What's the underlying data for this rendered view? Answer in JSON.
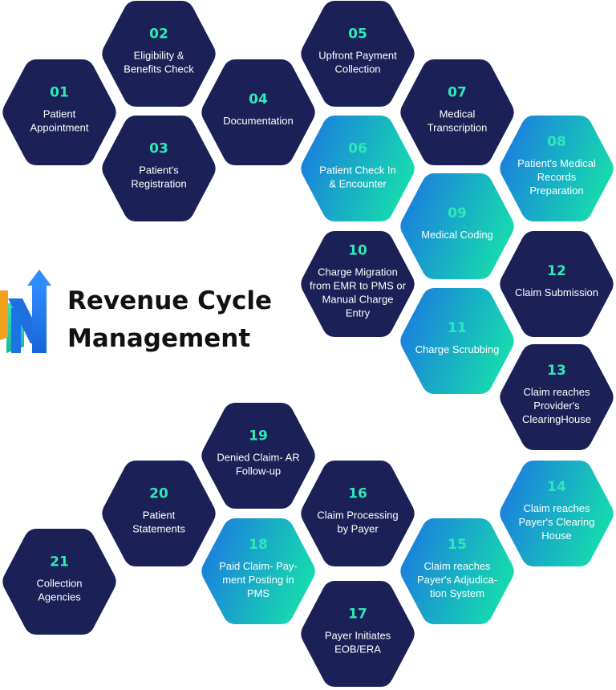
{
  "title": {
    "line1": "Revenue Cycle",
    "line2": "Management"
  },
  "logo": {
    "icon": "growth-arrow-logo-icon"
  },
  "colors": {
    "navy": "#1b2157",
    "gradient_blue": "#1b74e4",
    "gradient_teal": "#17d6b0",
    "number_teal": "#2ee8b6",
    "label_white": "#ffffff",
    "title_dark": "#111111"
  },
  "steps": [
    {
      "number": "01",
      "lines": [
        "Patient",
        "Appointment"
      ],
      "style": "navy"
    },
    {
      "number": "02",
      "lines": [
        "Eligibility &",
        "Benefits Check"
      ],
      "style": "navy"
    },
    {
      "number": "03",
      "lines": [
        "Patient's",
        "Registration"
      ],
      "style": "navy"
    },
    {
      "number": "04",
      "lines": [
        "Documentation"
      ],
      "style": "navy"
    },
    {
      "number": "05",
      "lines": [
        "Upfront Payment",
        "Collection"
      ],
      "style": "navy"
    },
    {
      "number": "06",
      "lines": [
        "Patient Check In",
        "& Encounter"
      ],
      "style": "gradient"
    },
    {
      "number": "07",
      "lines": [
        "Medical",
        "Transcription"
      ],
      "style": "navy"
    },
    {
      "number": "08",
      "lines": [
        "Patient's Medical",
        "Records",
        "Preparation"
      ],
      "style": "gradient"
    },
    {
      "number": "09",
      "lines": [
        "Medical Coding"
      ],
      "style": "gradient"
    },
    {
      "number": "10",
      "lines": [
        "Charge Migration",
        "from EMR to PMS or",
        "Manual Charge",
        "Entry"
      ],
      "style": "navy"
    },
    {
      "number": "11",
      "lines": [
        "Charge Scrubbing"
      ],
      "style": "gradient"
    },
    {
      "number": "12",
      "lines": [
        "Claim Submission"
      ],
      "style": "navy"
    },
    {
      "number": "13",
      "lines": [
        "Claim reaches",
        "Provider's",
        "ClearingHouse"
      ],
      "style": "navy"
    },
    {
      "number": "14",
      "lines": [
        "Claim reaches",
        "Payer's Clearing",
        "House"
      ],
      "style": "gradient"
    },
    {
      "number": "15",
      "lines": [
        "Claim reaches",
        "Payer's Adjudica-",
        "tion System"
      ],
      "style": "gradient"
    },
    {
      "number": "16",
      "lines": [
        "Claim Processing",
        "by Payer"
      ],
      "style": "navy"
    },
    {
      "number": "17",
      "lines": [
        "Payer Initiates",
        "EOB/ERA"
      ],
      "style": "navy"
    },
    {
      "number": "18",
      "lines": [
        "Paid Claim- Pay-",
        "ment Posting in",
        "PMS"
      ],
      "style": "gradient"
    },
    {
      "number": "19",
      "lines": [
        "Denied Claim- AR",
        "Follow-up"
      ],
      "style": "navy"
    },
    {
      "number": "20",
      "lines": [
        "Patient",
        "Statements"
      ],
      "style": "navy"
    },
    {
      "number": "21",
      "lines": [
        "Collection",
        "Agencies"
      ],
      "style": "navy"
    }
  ]
}
